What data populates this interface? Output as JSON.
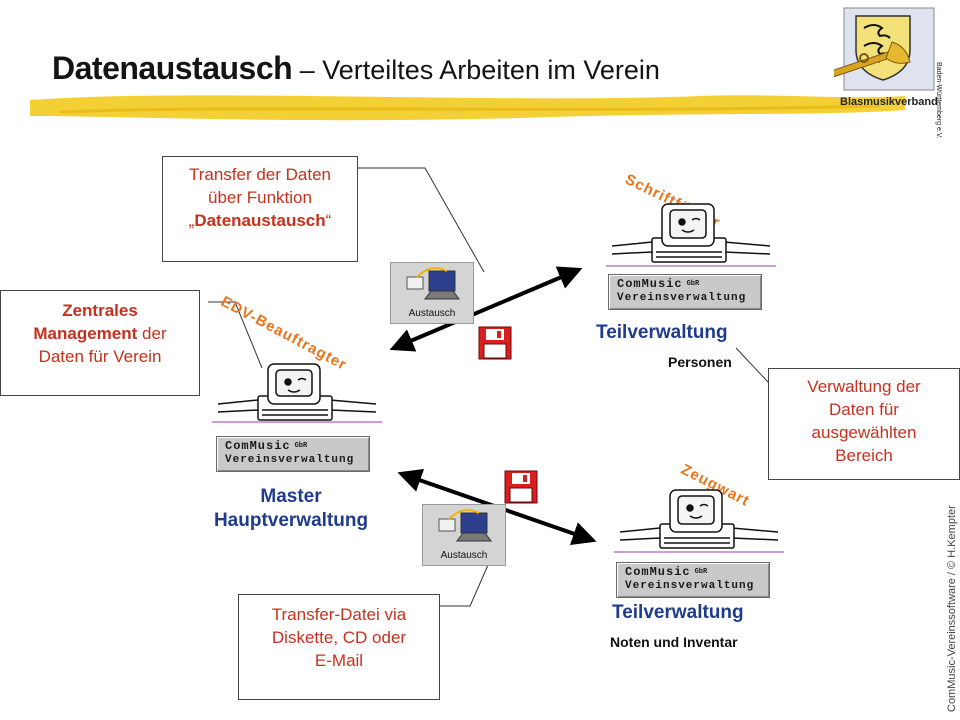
{
  "title": {
    "main": "Datenaustausch",
    "separator": " – ",
    "sub": "Verteiltes Arbeiten im Verein"
  },
  "logo": {
    "label": "Blasmusikverband",
    "vertical": "Baden-Württemberg e.V."
  },
  "callouts": {
    "transfer_function": {
      "line1": "Transfer der Daten",
      "line2": "über Funktion",
      "open_quote": "„",
      "bold": "Datenaustausch",
      "close_quote": "“"
    },
    "central_management": {
      "bold1": "Zentrales",
      "bold2": "Management",
      "rest2": " der",
      "line3": "Daten für Verein"
    },
    "area_management": {
      "line1": "Verwaltung der",
      "line2": "Daten für",
      "line3": "ausgewählten",
      "line4": "Bereich"
    },
    "transfer_file": {
      "line1": "Transfer-Datei via",
      "line2": "Diskette, CD oder",
      "line3": "E-Mail"
    }
  },
  "roles": {
    "edv": "EDV-Beauftragter",
    "secretary": "Schriftführer",
    "equipment": "Zeugwart"
  },
  "nodes": {
    "master": {
      "title1": "Master",
      "title2": "Hauptverwaltung"
    },
    "personen": {
      "title": "Teilverwaltung",
      "sub": "Personen"
    },
    "noten": {
      "title": "Teilverwaltung",
      "sub": "Noten und Inventar"
    }
  },
  "brand": {
    "name": "ComMusic",
    "suffix": "GbR",
    "product": "Vereinsverwaltung"
  },
  "exchange_label": "Austausch",
  "footer": "ComMusic-Vereinssoftware / © H.Kempter",
  "colors": {
    "accent_yellow": "#f2cc20",
    "callout_text": "#c8301e",
    "role_orange": "#e8741c",
    "node_blue": "#1f3c8c",
    "floppy_red": "#d81e1e"
  }
}
